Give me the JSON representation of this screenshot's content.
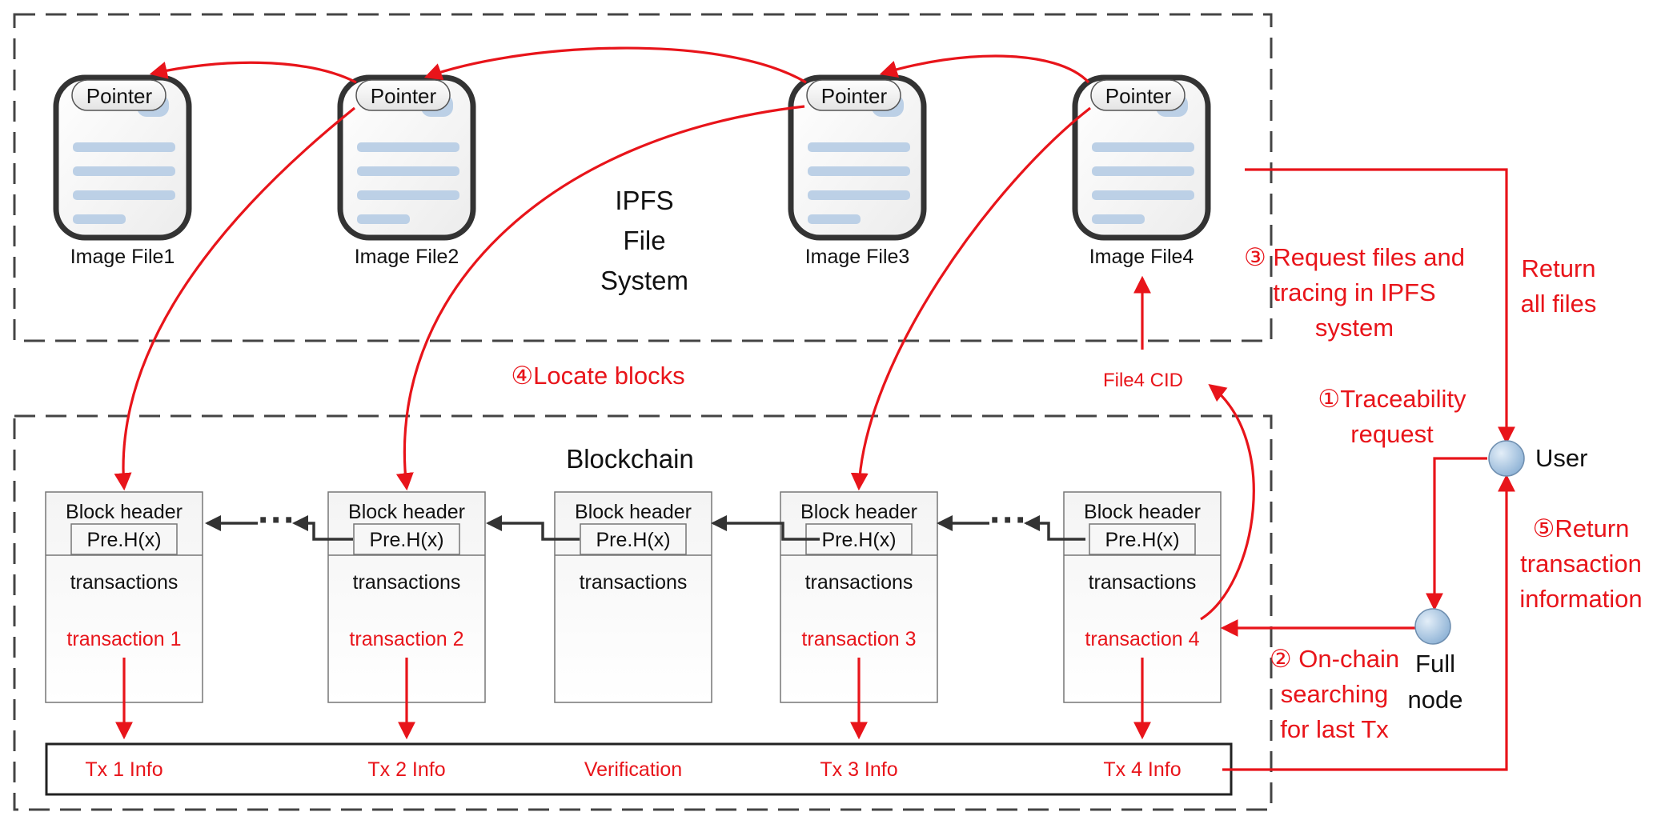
{
  "ipfs": {
    "label_lines": [
      "IPFS",
      "File",
      "System"
    ],
    "files": [
      {
        "pointer": "Pointer",
        "caption": "Image File1"
      },
      {
        "pointer": "Pointer",
        "caption": "Image File2"
      },
      {
        "pointer": "Pointer",
        "caption": "Image File3"
      },
      {
        "pointer": "Pointer",
        "caption": "Image File4"
      }
    ]
  },
  "blockchain": {
    "title": "Blockchain",
    "blocks": [
      {
        "header": "Block header",
        "prehash": "Pre.H(x)",
        "body": "transactions",
        "tx": "transaction 1"
      },
      {
        "header": "Block header",
        "prehash": "Pre.H(x)",
        "body": "transactions",
        "tx": "transaction 2"
      },
      {
        "header": "Block header",
        "prehash": "Pre.H(x)",
        "body": "transactions",
        "tx": ""
      },
      {
        "header": "Block header",
        "prehash": "Pre.H(x)",
        "body": "transactions",
        "tx": "transaction 3"
      },
      {
        "header": "Block header",
        "prehash": "Pre.H(x)",
        "body": "transactions",
        "tx": "transaction 4"
      }
    ],
    "info_labels": [
      "Tx 1 Info",
      "Tx 2 Info",
      "Verification",
      "Tx 3 Info",
      "Tx 4 Info"
    ]
  },
  "actors": {
    "user": "User",
    "full_node_lines": [
      "Full",
      "node"
    ]
  },
  "steps": {
    "request_files_lines": [
      "③ Request files and",
      "tracing in IPFS",
      "system"
    ],
    "return_all_lines": [
      "Return",
      "all files"
    ],
    "locate_blocks": "④Locate blocks",
    "file4_cid": "File4 CID",
    "traceability_lines": [
      "①Traceability",
      "request"
    ],
    "return_tx_lines": [
      "⑤Return",
      "transaction",
      "information"
    ],
    "onchain_lines": [
      "② On-chain",
      "searching",
      "for last Tx"
    ]
  },
  "colors": {
    "accent_red": "#e8141a",
    "dark": "#333333",
    "doc_line": "#bcd0e6",
    "node_fill": "#a9c6e2"
  }
}
